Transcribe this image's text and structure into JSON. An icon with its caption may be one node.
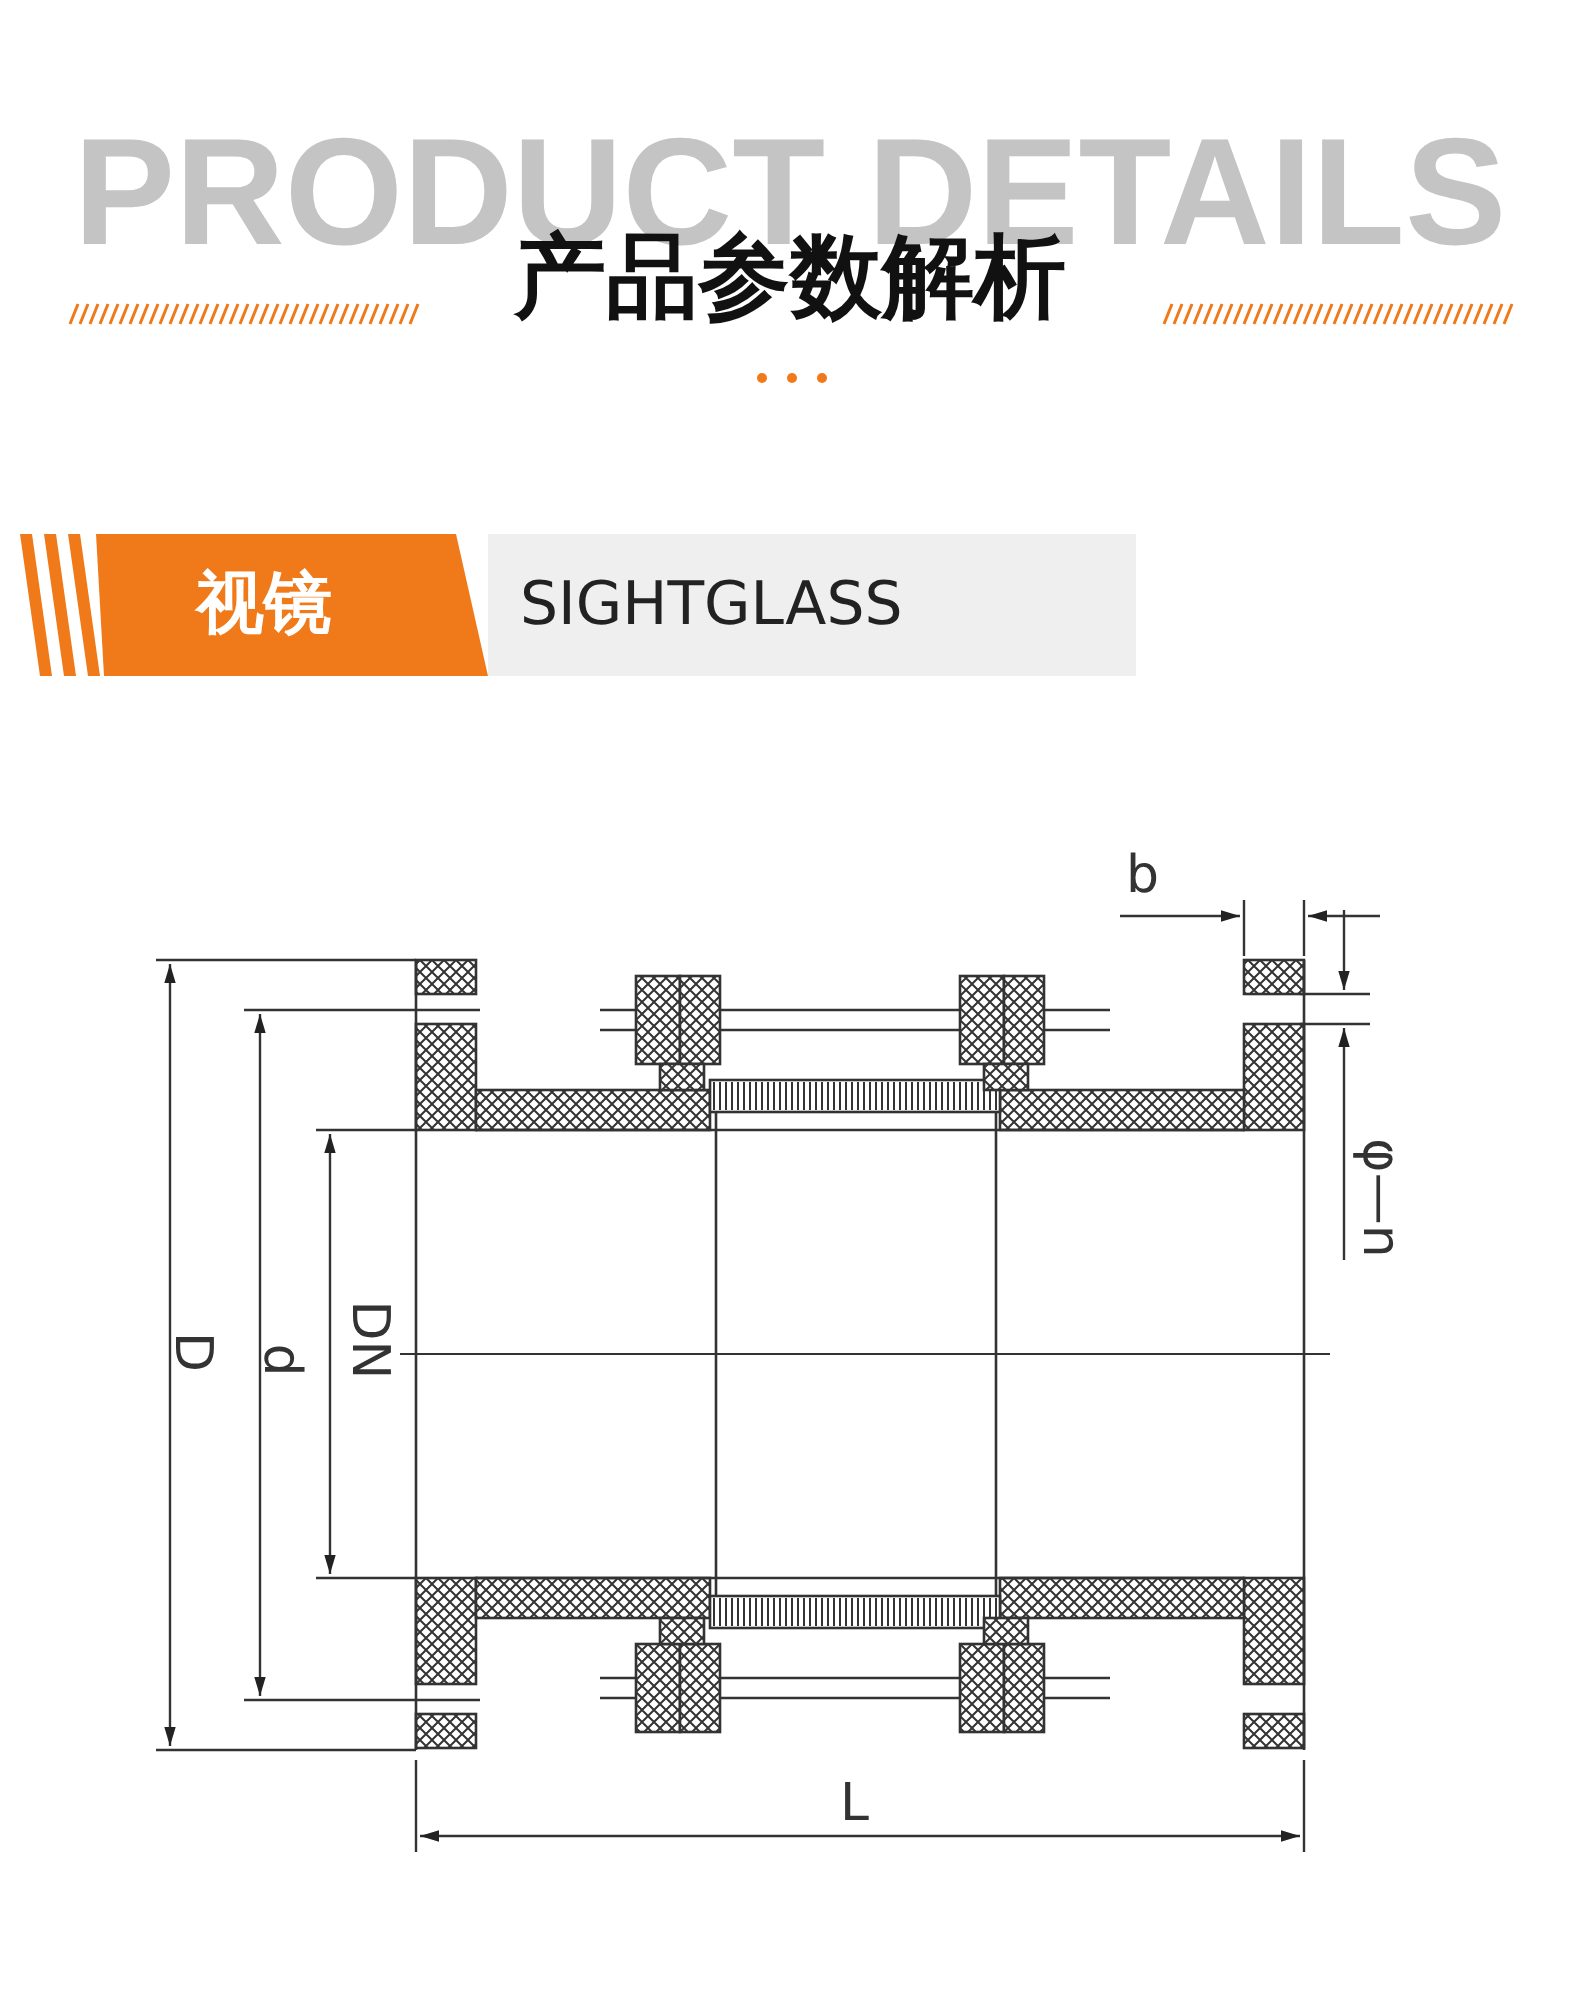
{
  "diagram": {
    "title": "产品参数解析",
    "nodes": [
      {
        "text": [
          "视镜"
        ]
      },
      {
        "text": [
          "SIGHTGLASS"
        ]
      }
    ],
    "labels": [
      "PRODUCT DETAILS",
      "b",
      "φ—n",
      "D",
      "d",
      "DN",
      "L"
    ]
  }
}
